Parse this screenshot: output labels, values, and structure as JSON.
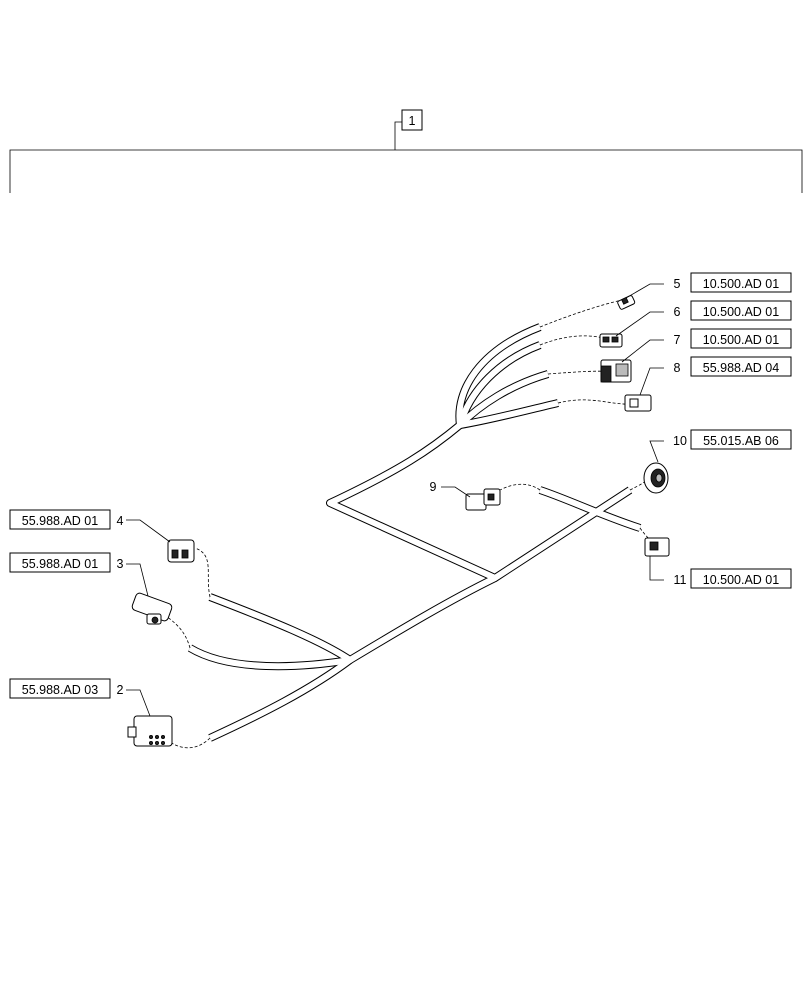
{
  "assembly": {
    "item": "1"
  },
  "callouts": [
    {
      "id": "2",
      "ref": "55.988.AD 03"
    },
    {
      "id": "3",
      "ref": "55.988.AD 01"
    },
    {
      "id": "4",
      "ref": "55.988.AD 01"
    },
    {
      "id": "5",
      "ref": "10.500.AD 01"
    },
    {
      "id": "6",
      "ref": "10.500.AD 01"
    },
    {
      "id": "7",
      "ref": "10.500.AD 01"
    },
    {
      "id": "8",
      "ref": "55.988.AD 04"
    },
    {
      "id": "9",
      "ref": ""
    },
    {
      "id": "10",
      "ref": "55.015.AB 06"
    },
    {
      "id": "11",
      "ref": "10.500.AD 01"
    }
  ]
}
